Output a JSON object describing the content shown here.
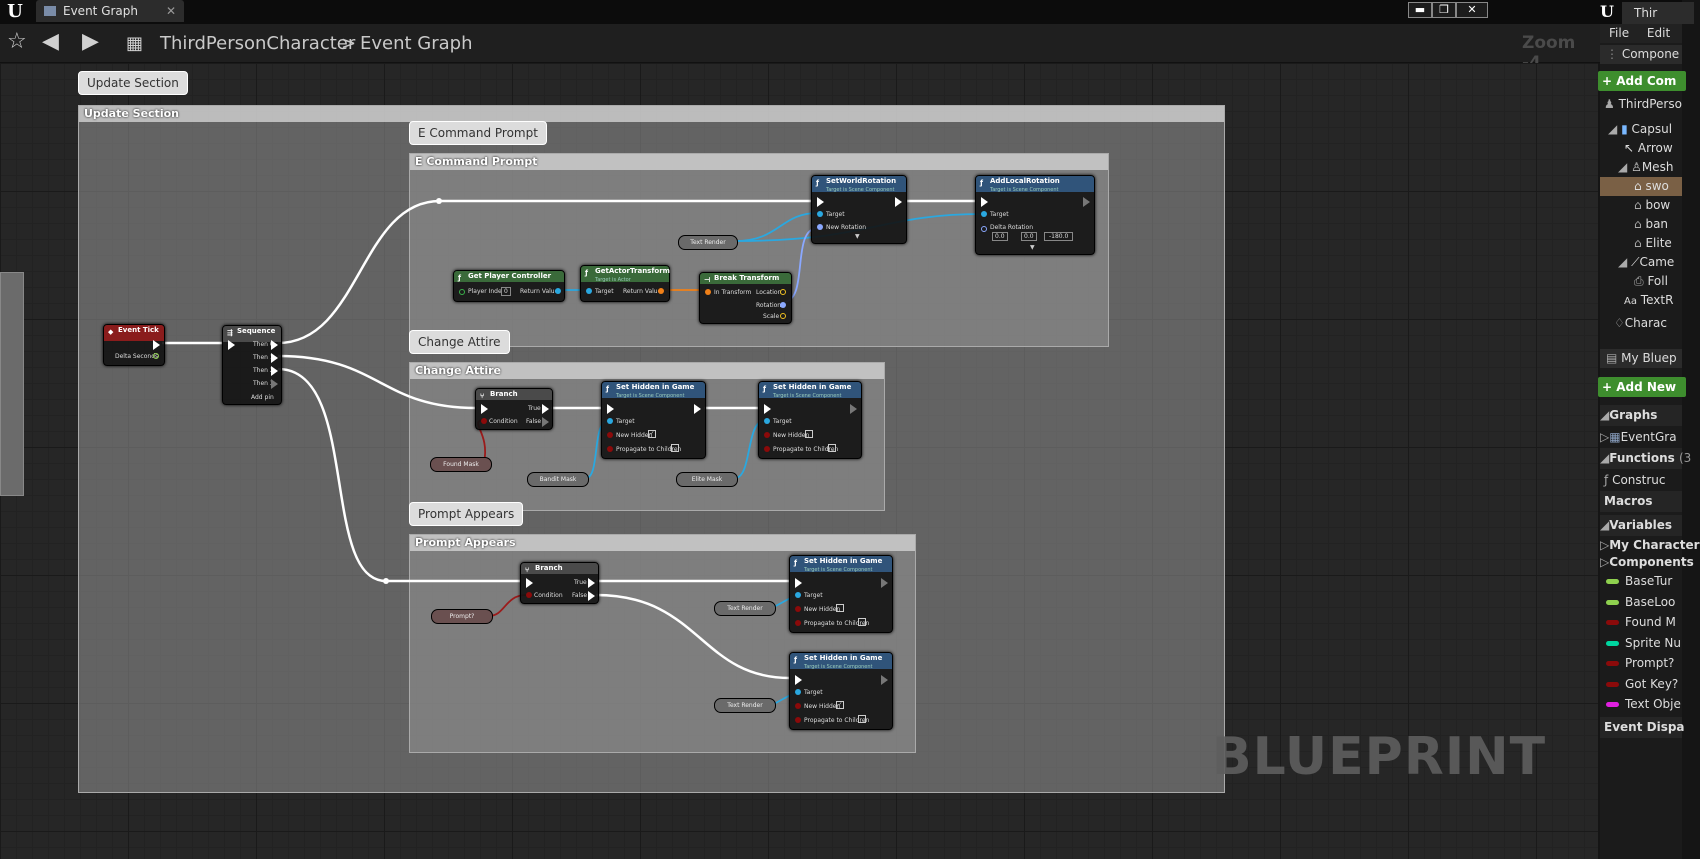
{
  "window": {
    "tab_title": "Event Graph",
    "tab_close": "✕",
    "right_tab": "Thir",
    "controls": [
      "▬",
      "❐",
      "✕"
    ]
  },
  "breadcrumb": {
    "root": "ThirdPersonCharacter",
    "separator": ">",
    "current": "Event Graph",
    "zoom": "Zoom -4"
  },
  "graph": {
    "comments": {
      "update_section": "Update Section",
      "e_command": "E Command Prompt",
      "change_attire": "Change Attire",
      "prompt_appears": "Prompt Appears"
    },
    "event_tick": {
      "title": "Event Tick",
      "pin": "Delta Seconds"
    },
    "sequence": {
      "title": "Sequence",
      "pins": [
        "Then 0",
        "Then 1",
        "Then 2",
        "Then 3"
      ],
      "add": "Add pin"
    },
    "set_world_rotation": {
      "title": "SetWorldRotation",
      "sub": "Target is Scene Component",
      "pins": [
        "Target",
        "New Rotation"
      ]
    },
    "add_local_rotation": {
      "title": "AddLocalRotation",
      "sub": "Target is Scene Component",
      "pins": [
        "Target",
        "Delta Rotation"
      ],
      "values": [
        "0.0",
        "0.0",
        "-180.0"
      ]
    },
    "text_render_1": "Text Render",
    "get_player_controller": {
      "title": "Get Player Controller",
      "pins": [
        "Player Index",
        "Return Value"
      ],
      "index": "0"
    },
    "get_actor_transform": {
      "title": "GetActorTransform",
      "sub": "Target is Actor",
      "pins": [
        "Target",
        "Return Value"
      ]
    },
    "break_transform": {
      "title": "Break Transform",
      "pins": [
        "In Transform",
        "Location",
        "Rotation",
        "Scale"
      ]
    },
    "branch_1": {
      "title": "Branch",
      "pins": [
        "Condition",
        "True",
        "False"
      ]
    },
    "found_mask": "Found Mask",
    "set_hidden_1": {
      "title": "Set Hidden in Game",
      "sub": "Target is Scene Component",
      "pins": [
        "Target",
        "New Hidden",
        "Propagate to Children"
      ]
    },
    "bandit_mask": "Bandit Mask",
    "set_hidden_2": {
      "title": "Set Hidden in Game",
      "sub": "Target is Scene Component",
      "pins": [
        "Target",
        "New Hidden",
        "Propagate to Children"
      ]
    },
    "elite_mask": "Elite Mask",
    "branch_2": {
      "title": "Branch",
      "pins": [
        "Condition",
        "True",
        "False"
      ]
    },
    "prompt_var": "Prompt?",
    "text_render_2": "Text Render",
    "set_hidden_3": {
      "title": "Set Hidden in Game",
      "sub": "Target is Scene Component",
      "pins": [
        "Target",
        "New Hidden",
        "Propagate to Children"
      ]
    },
    "text_render_3": "Text Render",
    "set_hidden_4": {
      "title": "Set Hidden in Game",
      "sub": "Target is Scene Component",
      "pins": [
        "Target",
        "New Hidden",
        "Propagate to Children"
      ]
    },
    "watermark": "BLUEPRINT"
  },
  "right_panel": {
    "menu": [
      "File",
      "Edit"
    ],
    "components_header": "Compone",
    "add_component": "+ Add Com",
    "tree": [
      "ThirdPerso",
      "Capsul",
      "Arrow",
      "Mesh",
      "swo",
      "bow",
      "ban",
      "Elite",
      "Came",
      "Foll",
      "TextR",
      "Charac"
    ],
    "my_blueprint": "My Bluep",
    "add_new": "+ Add New",
    "sections": {
      "graphs": "Graphs",
      "event_graph": "EventGra",
      "functions": "Functions",
      "functions_count": "(3",
      "construct": "Construc",
      "macros": "Macros",
      "variables": "Variables",
      "my_character": "My Character",
      "components": "Components",
      "event_dispatchers": "Event Dispa"
    },
    "variables": [
      {
        "name": "BaseTur",
        "color": "#8fd14f"
      },
      {
        "name": "BaseLoo",
        "color": "#8fd14f"
      },
      {
        "name": "Found M",
        "color": "#8b0a0a"
      },
      {
        "name": "Sprite Nu",
        "color": "#00d6a0"
      },
      {
        "name": "Prompt?",
        "color": "#8b0a0a"
      },
      {
        "name": "Got Key?",
        "color": "#8b0a0a"
      },
      {
        "name": "Text Obje",
        "color": "#e020e0"
      }
    ]
  }
}
